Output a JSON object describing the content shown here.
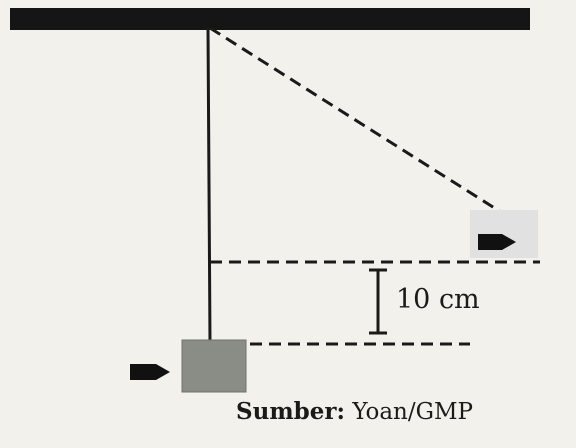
{
  "measurement": {
    "value": "10 cm"
  },
  "source": {
    "label": "Sumber:",
    "value": "Yoan/GMP"
  },
  "colors": {
    "ceiling": "#151515",
    "line": "#1a1a1a",
    "block": "#8a8d86",
    "bob_highlight": "#e1e1e1",
    "background": "#f3f1ec"
  }
}
